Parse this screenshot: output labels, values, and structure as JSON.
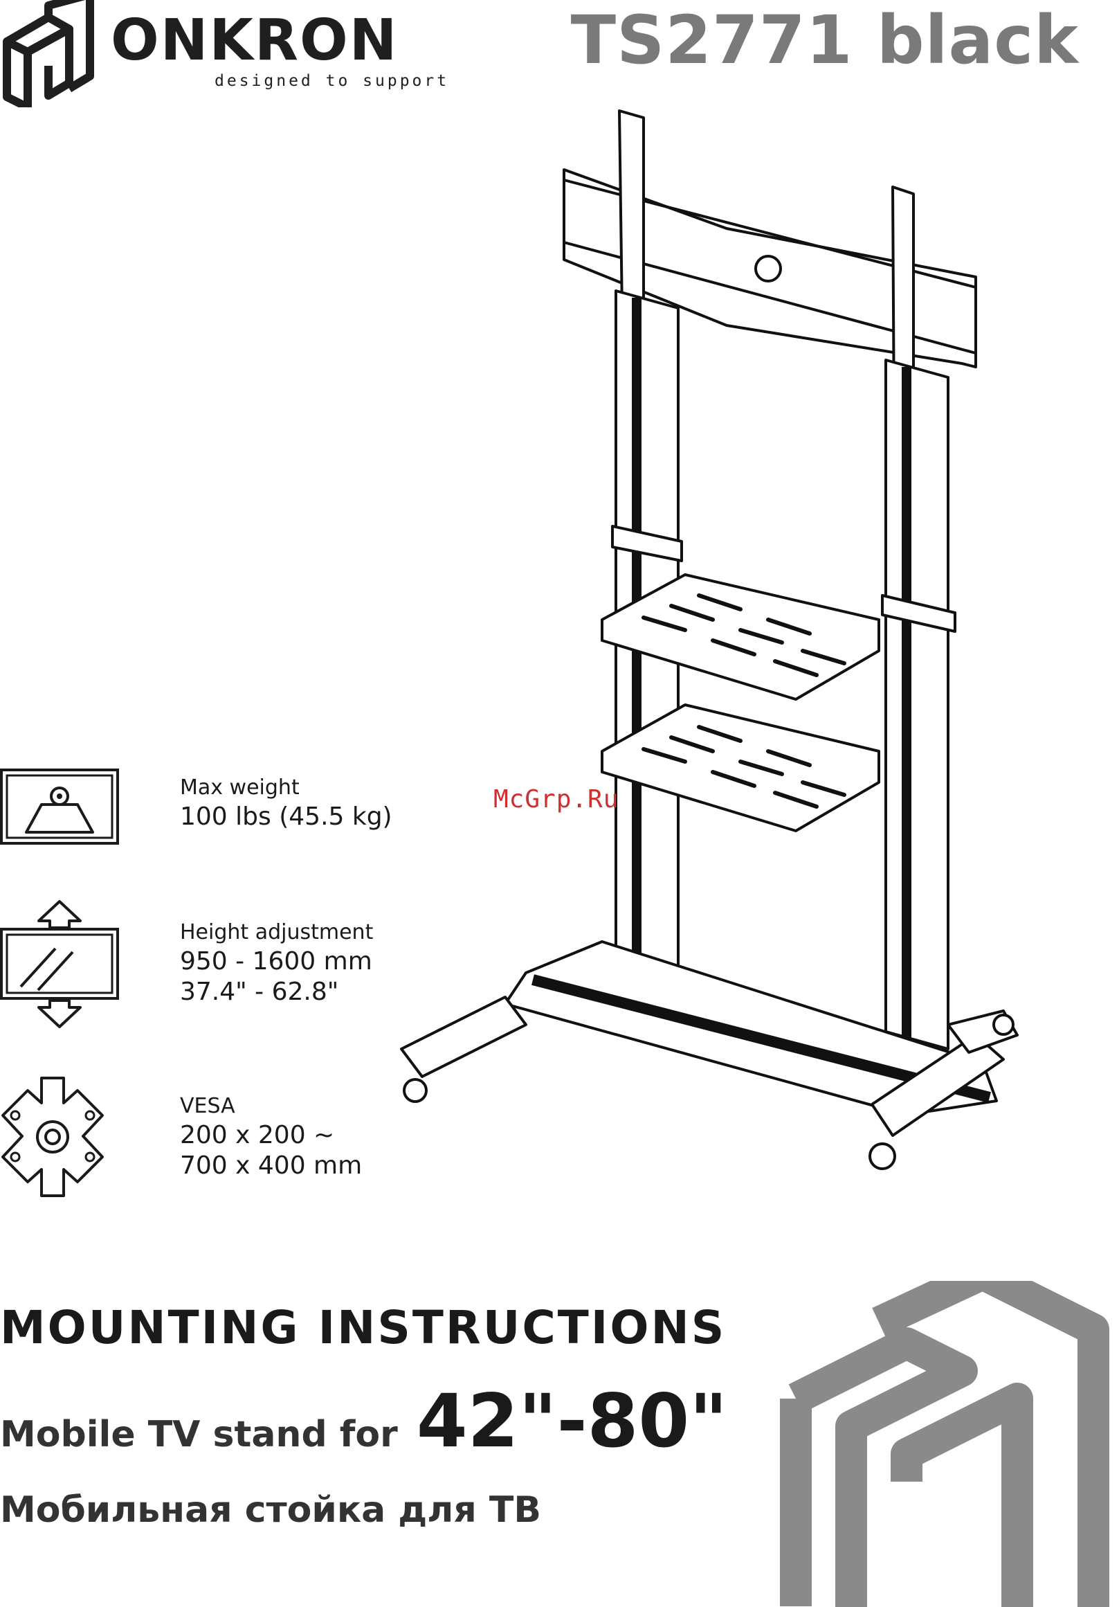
{
  "header": {
    "brand": "ONKRON",
    "tagline": "designed to support",
    "model": "TS2771 black"
  },
  "watermark": "McGrp.Ru",
  "specs": [
    {
      "icon": "weight-icon",
      "label": "Max weight",
      "lines": [
        "100 lbs (45.5 kg)"
      ]
    },
    {
      "icon": "height-adjust-icon",
      "label": "Height adjustment",
      "lines": [
        "950 - 1600 mm",
        "37.4\" - 62.8\""
      ]
    },
    {
      "icon": "vesa-plate-icon",
      "label": "VESA",
      "lines": [
        "200 x 200 ~",
        "700 x 400 mm"
      ]
    }
  ],
  "footer": {
    "heading": "MOUNTING INSTRUCTIONS",
    "subtitle_en": "Mobile TV stand for",
    "size_range": "42\"-80\"",
    "subtitle_ru": "Мобильная стойка для ТВ"
  },
  "colors": {
    "model_gray": "#7a7a7a",
    "logo_gray": "#8a8a8a",
    "watermark_red": "#d12f2f",
    "ink": "#1a1a1a"
  }
}
